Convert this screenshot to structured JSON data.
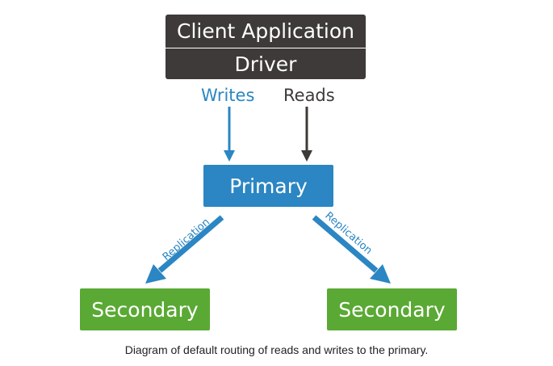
{
  "client": {
    "title": "Client Application",
    "driver": "Driver"
  },
  "labels": {
    "writes": "Writes",
    "reads": "Reads"
  },
  "nodes": {
    "primary": "Primary",
    "secondary_left": "Secondary",
    "secondary_right": "Secondary"
  },
  "replication": {
    "left": "Replication",
    "right": "Replication"
  },
  "caption": "Diagram of default routing of reads and writes to the primary.",
  "colors": {
    "client_box": "#3d3a39",
    "primary": "#2b86c3",
    "secondary": "#5aa934",
    "writes_arrow": "#2b86c3",
    "reads_arrow": "#3d3a39"
  }
}
